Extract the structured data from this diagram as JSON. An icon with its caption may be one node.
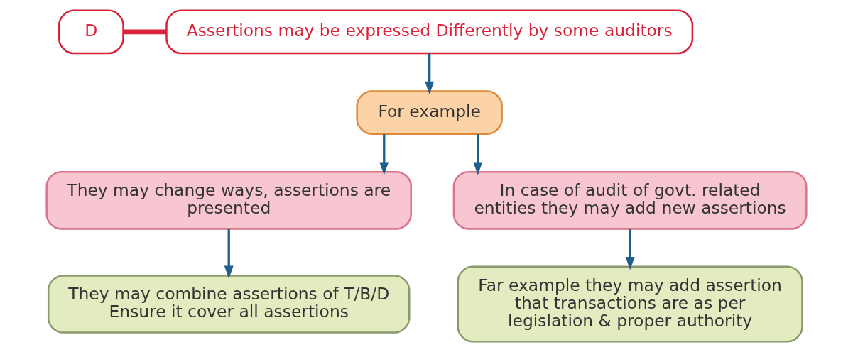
{
  "diagram": {
    "nodes": [
      {
        "text": [
          "D"
        ]
      },
      {
        "text": [
          "Assertions may be expressed Differently by some auditors"
        ]
      },
      {
        "text": [
          "For example"
        ]
      },
      {
        "text": [
          "They may change ways, assertions are presented"
        ]
      },
      {
        "text": [
          "In case of audit of govt. related entities they may add new assertions"
        ]
      },
      {
        "text": [
          "They may combine assertions of T/B/D",
          "Ensure it cover all assertions"
        ]
      },
      {
        "text": [
          "Far example they may add assertion that transactions are as per legislation & proper authority"
        ]
      }
    ],
    "edges": [
      {
        "from": 0,
        "to": 1,
        "arrow": "none",
        "style": "thick",
        "color": "#d9233a"
      },
      {
        "from": 1,
        "to": 2,
        "arrow": "to"
      },
      {
        "from": 2,
        "to": 3,
        "arrow": "to"
      },
      {
        "from": 2,
        "to": 4,
        "arrow": "to"
      },
      {
        "from": 3,
        "to": 5,
        "arrow": "to"
      },
      {
        "from": 4,
        "to": 6,
        "arrow": "to"
      }
    ]
  }
}
